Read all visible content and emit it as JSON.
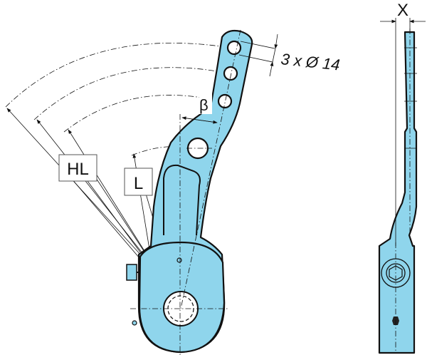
{
  "labels": {
    "hl": "HL",
    "l": "L",
    "beta": "β",
    "hole_spec": "3 x Ø 14",
    "x": "X"
  },
  "colors": {
    "part_fill": "#8fd5ec",
    "line": "#111111"
  }
}
